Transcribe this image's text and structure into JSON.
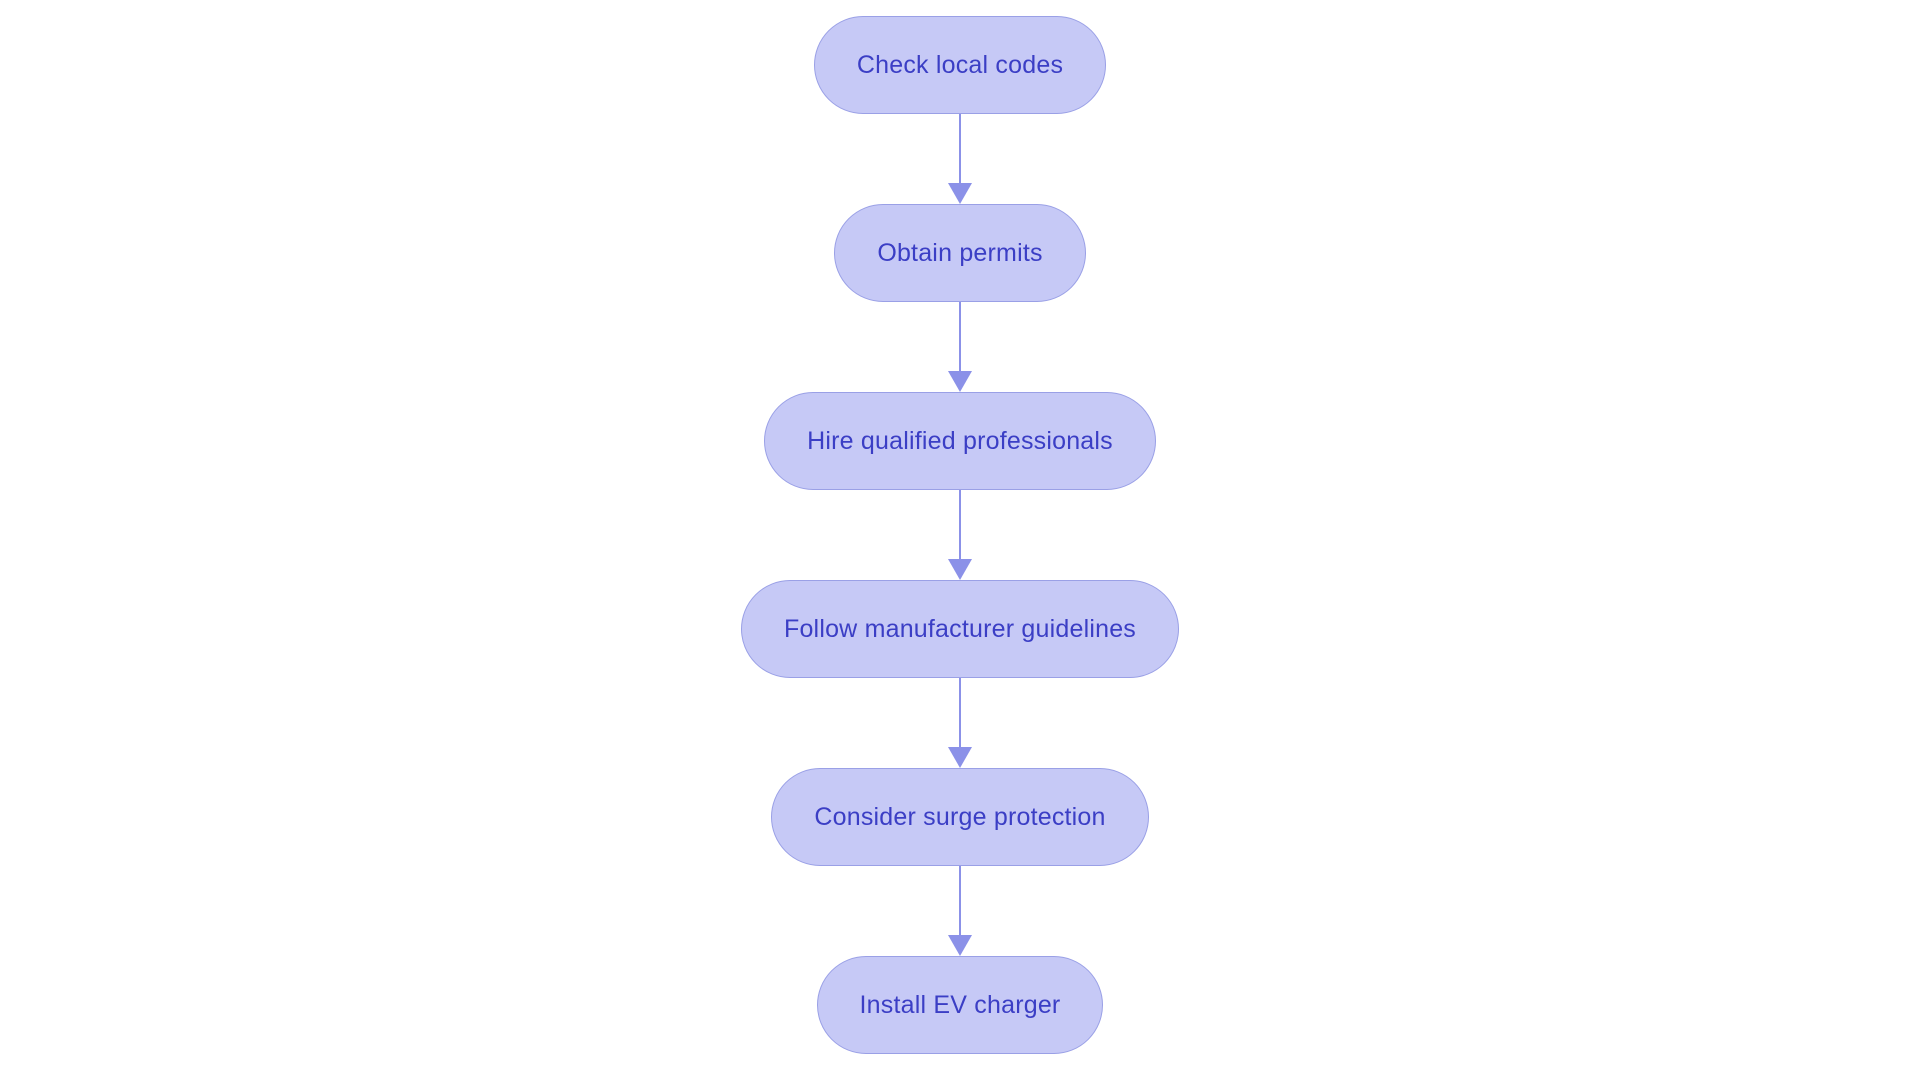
{
  "diagram": {
    "type": "flowchart",
    "direction": "top-down",
    "title": "",
    "nodes": [
      {
        "id": "n1",
        "label": "Check local codes",
        "shape": "stadium"
      },
      {
        "id": "n2",
        "label": "Obtain permits",
        "shape": "stadium"
      },
      {
        "id": "n3",
        "label": "Hire qualified professionals",
        "shape": "stadium"
      },
      {
        "id": "n4",
        "label": "Follow manufacturer guidelines",
        "shape": "stadium"
      },
      {
        "id": "n5",
        "label": "Consider surge protection",
        "shape": "stadium"
      },
      {
        "id": "n6",
        "label": "Install EV charger",
        "shape": "stadium"
      }
    ],
    "edges": [
      {
        "from": "n1",
        "to": "n2",
        "style": "arrow"
      },
      {
        "from": "n2",
        "to": "n3",
        "style": "arrow"
      },
      {
        "from": "n3",
        "to": "n4",
        "style": "arrow"
      },
      {
        "from": "n4",
        "to": "n5",
        "style": "arrow"
      },
      {
        "from": "n5",
        "to": "n6",
        "style": "arrow"
      }
    ],
    "colors": {
      "background": "#ffffff",
      "node_fill": "#c6c9f6",
      "node_border": "#9aa0e6",
      "node_text": "#3b3ec5",
      "arrow": "#8b91e8"
    }
  }
}
